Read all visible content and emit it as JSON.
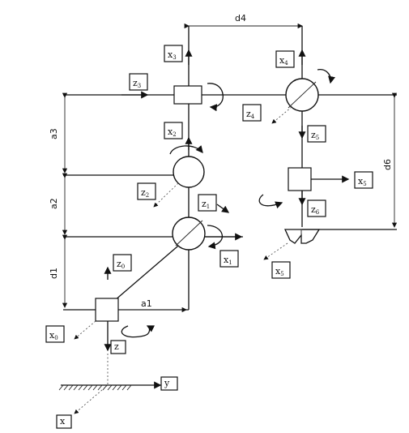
{
  "dimensions": {
    "d4": "d4",
    "a3": "a3",
    "a2": "a2",
    "d1": "d1",
    "a1": "a1",
    "d6": "d6"
  },
  "frames": {
    "x3": {
      "base": "x",
      "sub": "3"
    },
    "x4": {
      "base": "x",
      "sub": "4"
    },
    "z3": {
      "base": "z",
      "sub": "3"
    },
    "z4": {
      "base": "z",
      "sub": "4"
    },
    "x2": {
      "base": "x",
      "sub": "2"
    },
    "z5": {
      "base": "z",
      "sub": "5"
    },
    "z2": {
      "base": "z",
      "sub": "2"
    },
    "x5a": {
      "base": "x",
      "sub": "5"
    },
    "z1": {
      "base": "z",
      "sub": "1"
    },
    "z6": {
      "base": "z",
      "sub": "6"
    },
    "z0": {
      "base": "z",
      "sub": "0"
    },
    "x1": {
      "base": "x",
      "sub": "1"
    },
    "x5b": {
      "base": "x",
      "sub": "5"
    },
    "x0": {
      "base": "x",
      "sub": "0"
    },
    "z": {
      "base": "z",
      "sub": ""
    },
    "y": {
      "base": "y",
      "sub": ""
    },
    "x": {
      "base": "x",
      "sub": ""
    }
  }
}
